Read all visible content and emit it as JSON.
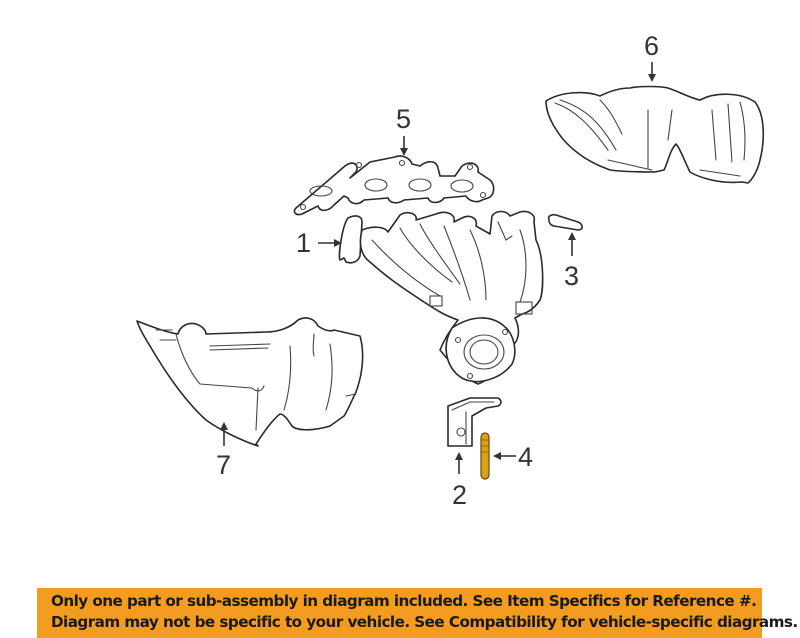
{
  "diagram": {
    "callouts": [
      {
        "id": "1",
        "label": "1",
        "part": "exhaust-manifold"
      },
      {
        "id": "2",
        "label": "2",
        "part": "bracket"
      },
      {
        "id": "3",
        "label": "3",
        "part": "stud"
      },
      {
        "id": "4",
        "label": "4",
        "part": "bolt"
      },
      {
        "id": "5",
        "label": "5",
        "part": "manifold-gasket"
      },
      {
        "id": "6",
        "label": "6",
        "part": "upper-heat-shield"
      },
      {
        "id": "7",
        "label": "7",
        "part": "lower-heat-shield"
      }
    ],
    "highlight_color": "#d9a21c"
  },
  "notice": {
    "line1": "Only one part or sub-assembly in diagram included. See Item Specifics for Reference #.",
    "line2": "Diagram may not be specific to your vehicle. See Compatibility for vehicle-specific diagrams.",
    "background_color": "#f39c1f"
  }
}
